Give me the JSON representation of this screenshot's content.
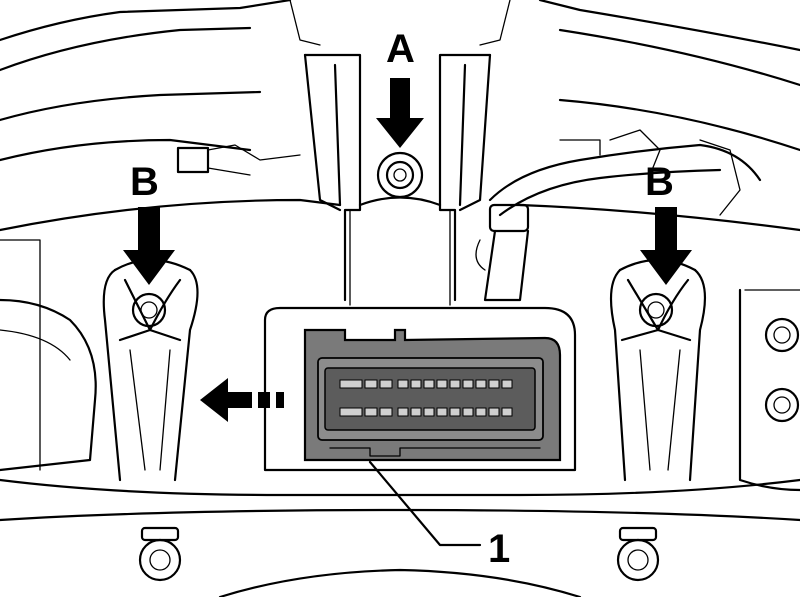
{
  "callouts": {
    "a": "A",
    "b_left": "B",
    "b_right": "B",
    "part_1": "1"
  },
  "icons": {
    "arrow_down": "arrow-down-icon",
    "arrow_left": "arrow-left-dashed-icon",
    "bolt": "bolt-icon"
  },
  "colors": {
    "line": "#000000",
    "background": "#ffffff",
    "module_fill": "#7a7a7a",
    "module_dark": "#5c5c5c"
  }
}
